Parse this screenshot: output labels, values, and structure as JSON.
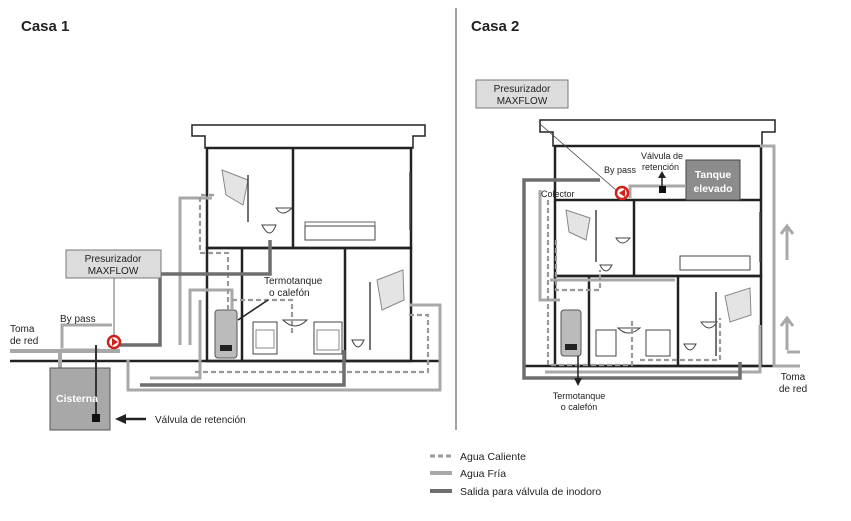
{
  "titles": {
    "house1": "Casa 1",
    "house2": "Casa 2"
  },
  "house1": {
    "pressurizer": [
      "Presurizador",
      "MAXFLOW"
    ],
    "bypass": "By pass",
    "mains": [
      "Toma",
      "de red"
    ],
    "cistern": "Cisterna",
    "heater": [
      "Termotanque",
      "o calefón"
    ],
    "check_valve": "Válvula de retención"
  },
  "house2": {
    "pressurizer": [
      "Presurizador",
      "MAXFLOW"
    ],
    "bypass": "By pass",
    "collector": "Colector",
    "check_valve": [
      "Válvula de",
      "retención"
    ],
    "tank": [
      "Tanque",
      "elevado"
    ],
    "heater": [
      "Termotanque",
      "o calefón"
    ],
    "mains": [
      "Toma",
      "de red"
    ]
  },
  "legend": [
    {
      "label": "Agua Caliente",
      "style": "dashed",
      "color": "#9a9a9a"
    },
    {
      "label": "Agua Fría",
      "style": "solid",
      "color": "#a8a8a8"
    },
    {
      "label": "Salida para válvula de inodoro",
      "style": "solid",
      "color": "#6e6e6e"
    }
  ],
  "colors": {
    "pipe_cold": "#a8a8a8",
    "pipe_hot": "#9a9a9a",
    "pipe_toilet": "#6e6e6e",
    "wall": "#222222",
    "pump": "#d0201a",
    "label_box": "#dcdcdc"
  }
}
